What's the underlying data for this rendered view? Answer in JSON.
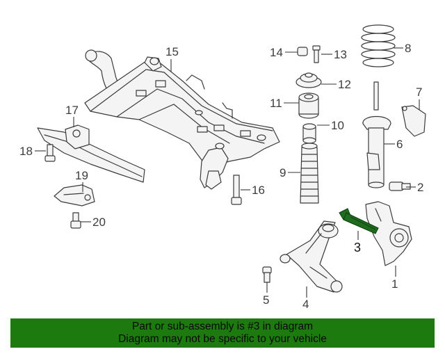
{
  "callouts": {
    "c1": "1",
    "c2": "2",
    "c3": "3",
    "c4": "4",
    "c5": "5",
    "c6": "6",
    "c7": "7",
    "c8": "8",
    "c9": "9",
    "c10": "10",
    "c11": "11",
    "c12": "12",
    "c13": "13",
    "c14": "14",
    "c15": "15",
    "c16": "16",
    "c17": "17",
    "c18": "18",
    "c19": "19",
    "c20": "20"
  },
  "highlighted_part": "3",
  "colors": {
    "banner_bg": "#1d7a0f",
    "highlight_part": "#1f6b1f"
  },
  "banner": {
    "line1": "Part or sub-assembly is #3 in diagram",
    "line2": "Diagram may not be specific to your vehicle"
  }
}
